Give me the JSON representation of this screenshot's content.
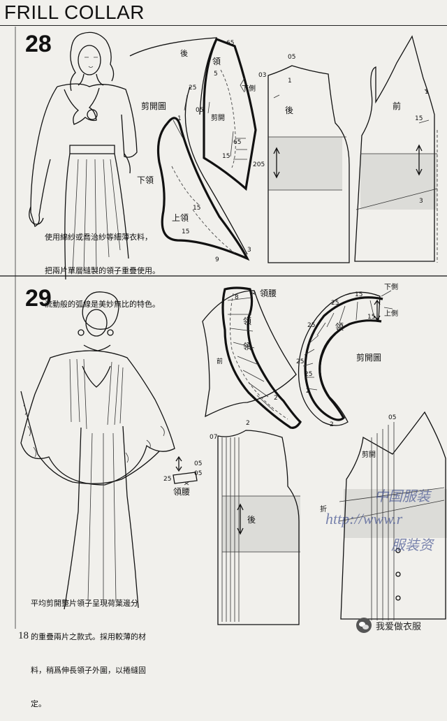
{
  "header": {
    "title": "FRILL COLLAR"
  },
  "sections": [
    {
      "number": "28",
      "caption": [
        "使用綿紗或喬治紗等細薄衣料，",
        "把兩片單層縫製的領子重疊使用。",
        "流動般的弧線是美妙無比的特色。"
      ],
      "labels": {
        "cut_open": "剪開圖",
        "under_collar": "下領",
        "upper_collar": "上領",
        "back": "後",
        "front": "前",
        "collar": "領",
        "cut": "剪開",
        "under_side": "下側"
      },
      "measures": [
        "65",
        "5",
        "25",
        "05",
        "1",
        "15",
        "65",
        "15",
        "205",
        "15",
        "3",
        "9",
        "03",
        "05",
        "1",
        "15",
        "3",
        "1"
      ]
    },
    {
      "number": "29",
      "caption": [
        "平均剪開整片領子呈現荷葉邊分",
        "的重疊兩片之款式。採用較薄的材",
        "料，稍爲伸長領子外圍，以捲縫固",
        "定。"
      ],
      "labels": {
        "collar_waist": "領腰",
        "collar": "領",
        "front_small": "前",
        "cut_open": "剪開圖",
        "under_side": "下側",
        "upper_side": "上側",
        "back": "後",
        "cut": "剪開",
        "fold": "折"
      },
      "measures": [
        "8",
        "15",
        "25",
        "25",
        "15",
        "25",
        "2",
        "25",
        "2",
        "07",
        "2",
        "05",
        "2",
        "05",
        "25",
        "05"
      ]
    }
  ],
  "footer": {
    "page_number": "18",
    "watermark_line1": "中国服装",
    "watermark_line2": "http://www.r",
    "watermark_line3": "服装资",
    "badge_text": "我爱做衣服"
  }
}
